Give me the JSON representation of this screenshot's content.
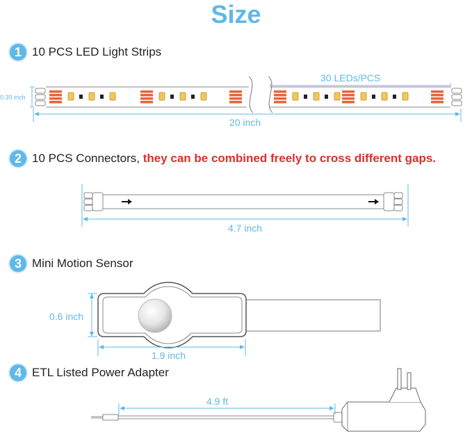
{
  "title": "Size",
  "sections": [
    {
      "number": "1",
      "label": "10 PCS LED Light Strips"
    },
    {
      "number": "2",
      "label": "10 PCS Connectors,",
      "highlight": "they can be combined freely to cross different gaps."
    },
    {
      "number": "3",
      "label": "Mini Motion Sensor"
    },
    {
      "number": "4",
      "label": "ETL Listed Power Adapter"
    }
  ],
  "dimensions": {
    "strip_height": "0.39 inch",
    "leds_per_strip": "30 LEDs/PCS",
    "strip_length": "20 inch",
    "connector_length": "4.7 inch",
    "sensor_height": "0.6 inch",
    "sensor_width": "1.9 inch",
    "adapter_cable_length": "4.9 ft"
  },
  "colors": {
    "accent": "#5fb8e8",
    "highlight_red": "#d9302c",
    "led_orange": "#e2673a",
    "led_yellow": "#f3c65a"
  }
}
